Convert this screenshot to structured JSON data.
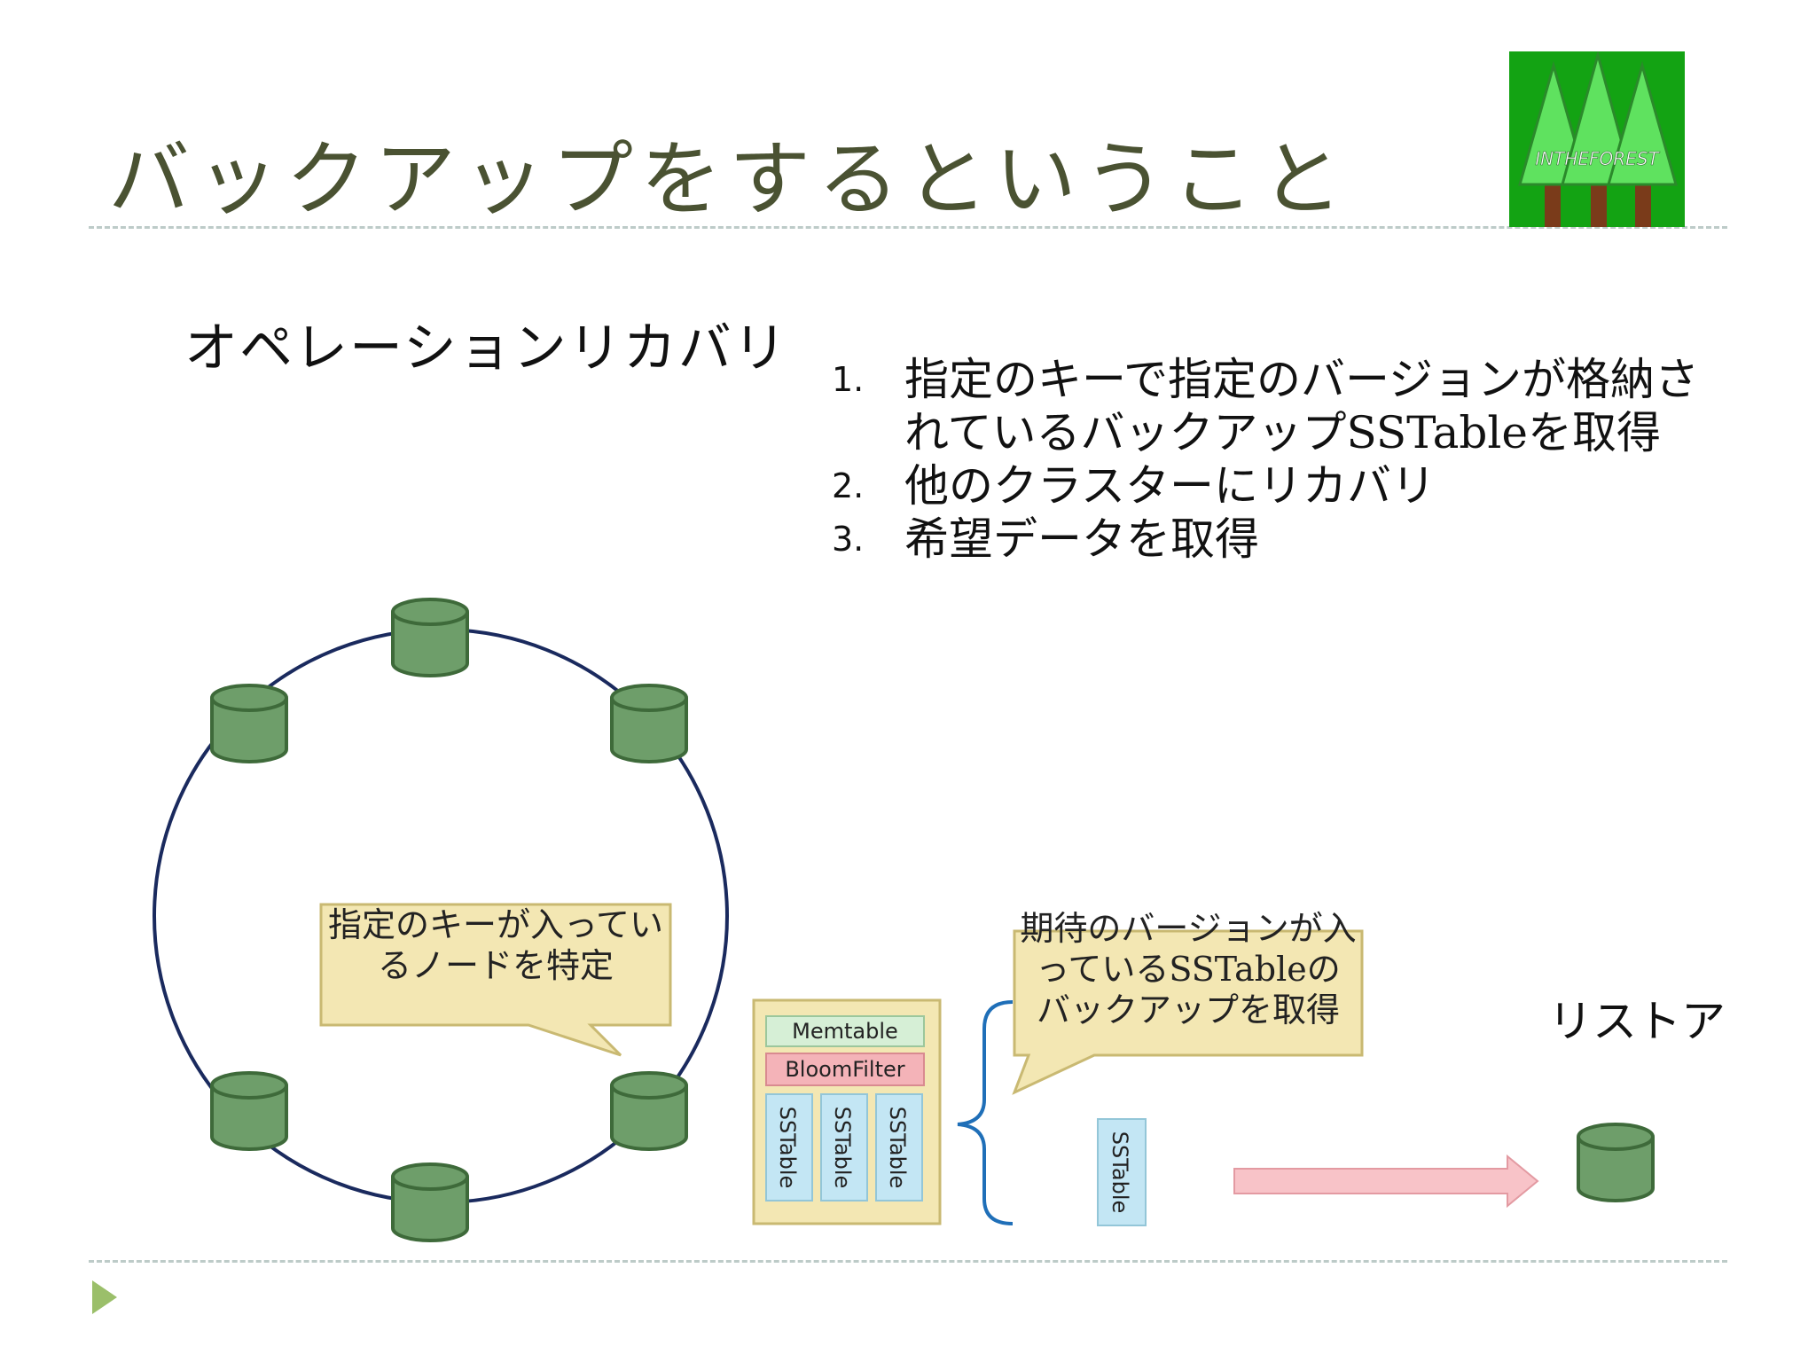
{
  "slide": {
    "title": "バックアップをするということ",
    "subtitle": "オペレーションリカバリ",
    "steps": [
      {
        "num": "1.",
        "text": "指定のキーで指定のバージョンが格納されているバックアップSSTableを取得"
      },
      {
        "num": "2.",
        "text": "他のクラスターにリカバリ"
      },
      {
        "num": "3.",
        "text": "希望データを取得"
      }
    ],
    "callout_node": "指定のキーが入っているノードを特定",
    "callout_sstable": "期待のバージョンが入っているSSTableのバックアップを取得",
    "memtable_label": "Memtable",
    "bloomfilter_label": "BloomFilter",
    "sstable_label": "SSTable",
    "restore_label": "リストア",
    "logo_text": "INTHEFOREST"
  },
  "colors": {
    "title": "#4a5232",
    "cylinder_fill": "#6e9e6a",
    "cylinder_stroke": "#3e6a3a",
    "ring": "#1a2a5e",
    "callout_fill": "#f3e7b3",
    "memtable_fill": "#d6efd6",
    "bloomfilter_fill": "#f4b3b8",
    "sstable_fill": "#c3e6f4",
    "arrow_fill": "#f8c3c8",
    "logo_bg": "#13a313",
    "tree_fill": "#5fe25f"
  }
}
